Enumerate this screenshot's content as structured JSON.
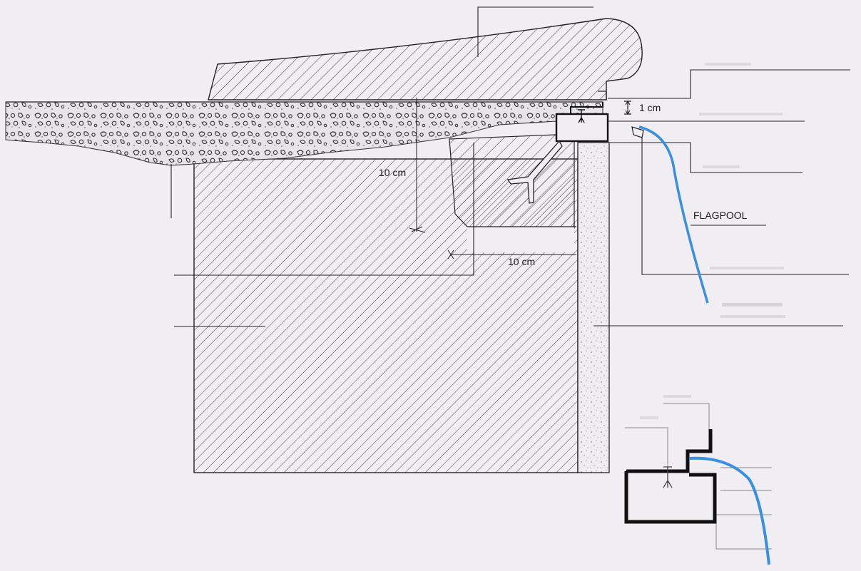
{
  "labels": {
    "gap_dimension": "1 cm",
    "depth_dimension": "10 cm",
    "width_dimension": "10 cm",
    "liner_label": "FLAGPOOL"
  },
  "colors": {
    "background": "#f0eef2",
    "line": "#222222",
    "liner": "#3a8fe0",
    "aggregate_fill": "#e4e2e6"
  },
  "icons": {
    "gap_marker": "dimension-arrows-icon",
    "depth_marker": "dimension-tick-icon",
    "width_marker": "dimension-tick-icon"
  }
}
